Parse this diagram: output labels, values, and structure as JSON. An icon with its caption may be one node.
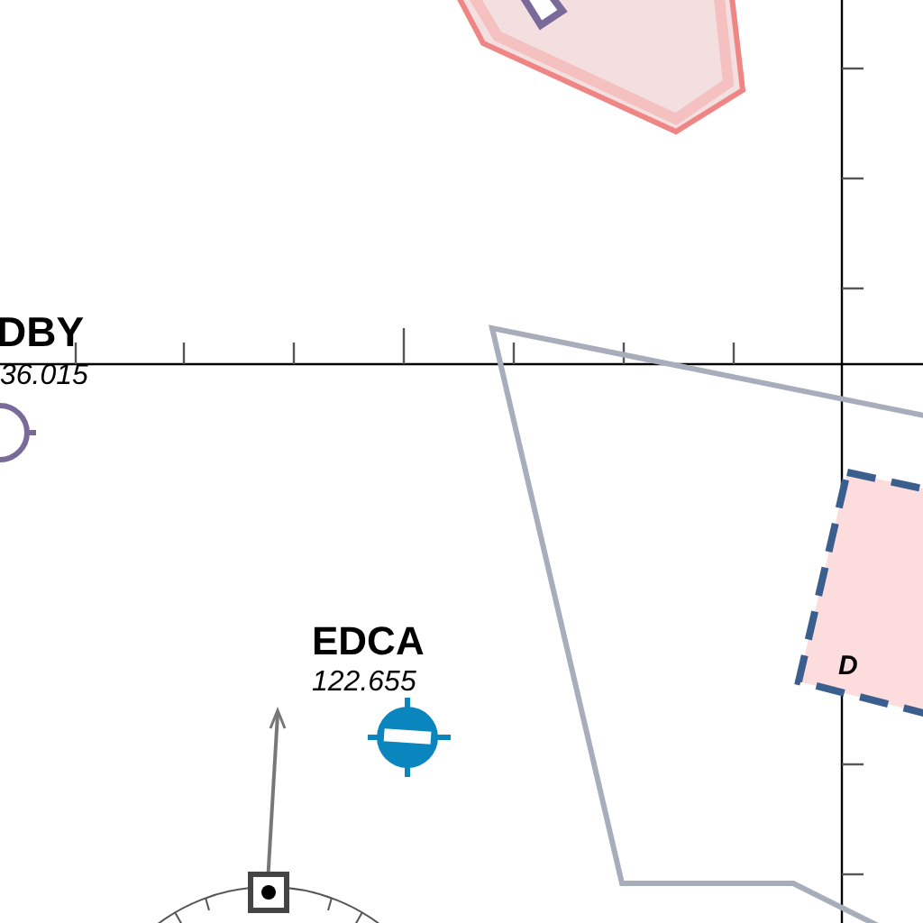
{
  "diagram": {
    "labels": [
      "DBY",
      "36.015",
      "EDCA",
      "122.655",
      "D"
    ]
  }
}
